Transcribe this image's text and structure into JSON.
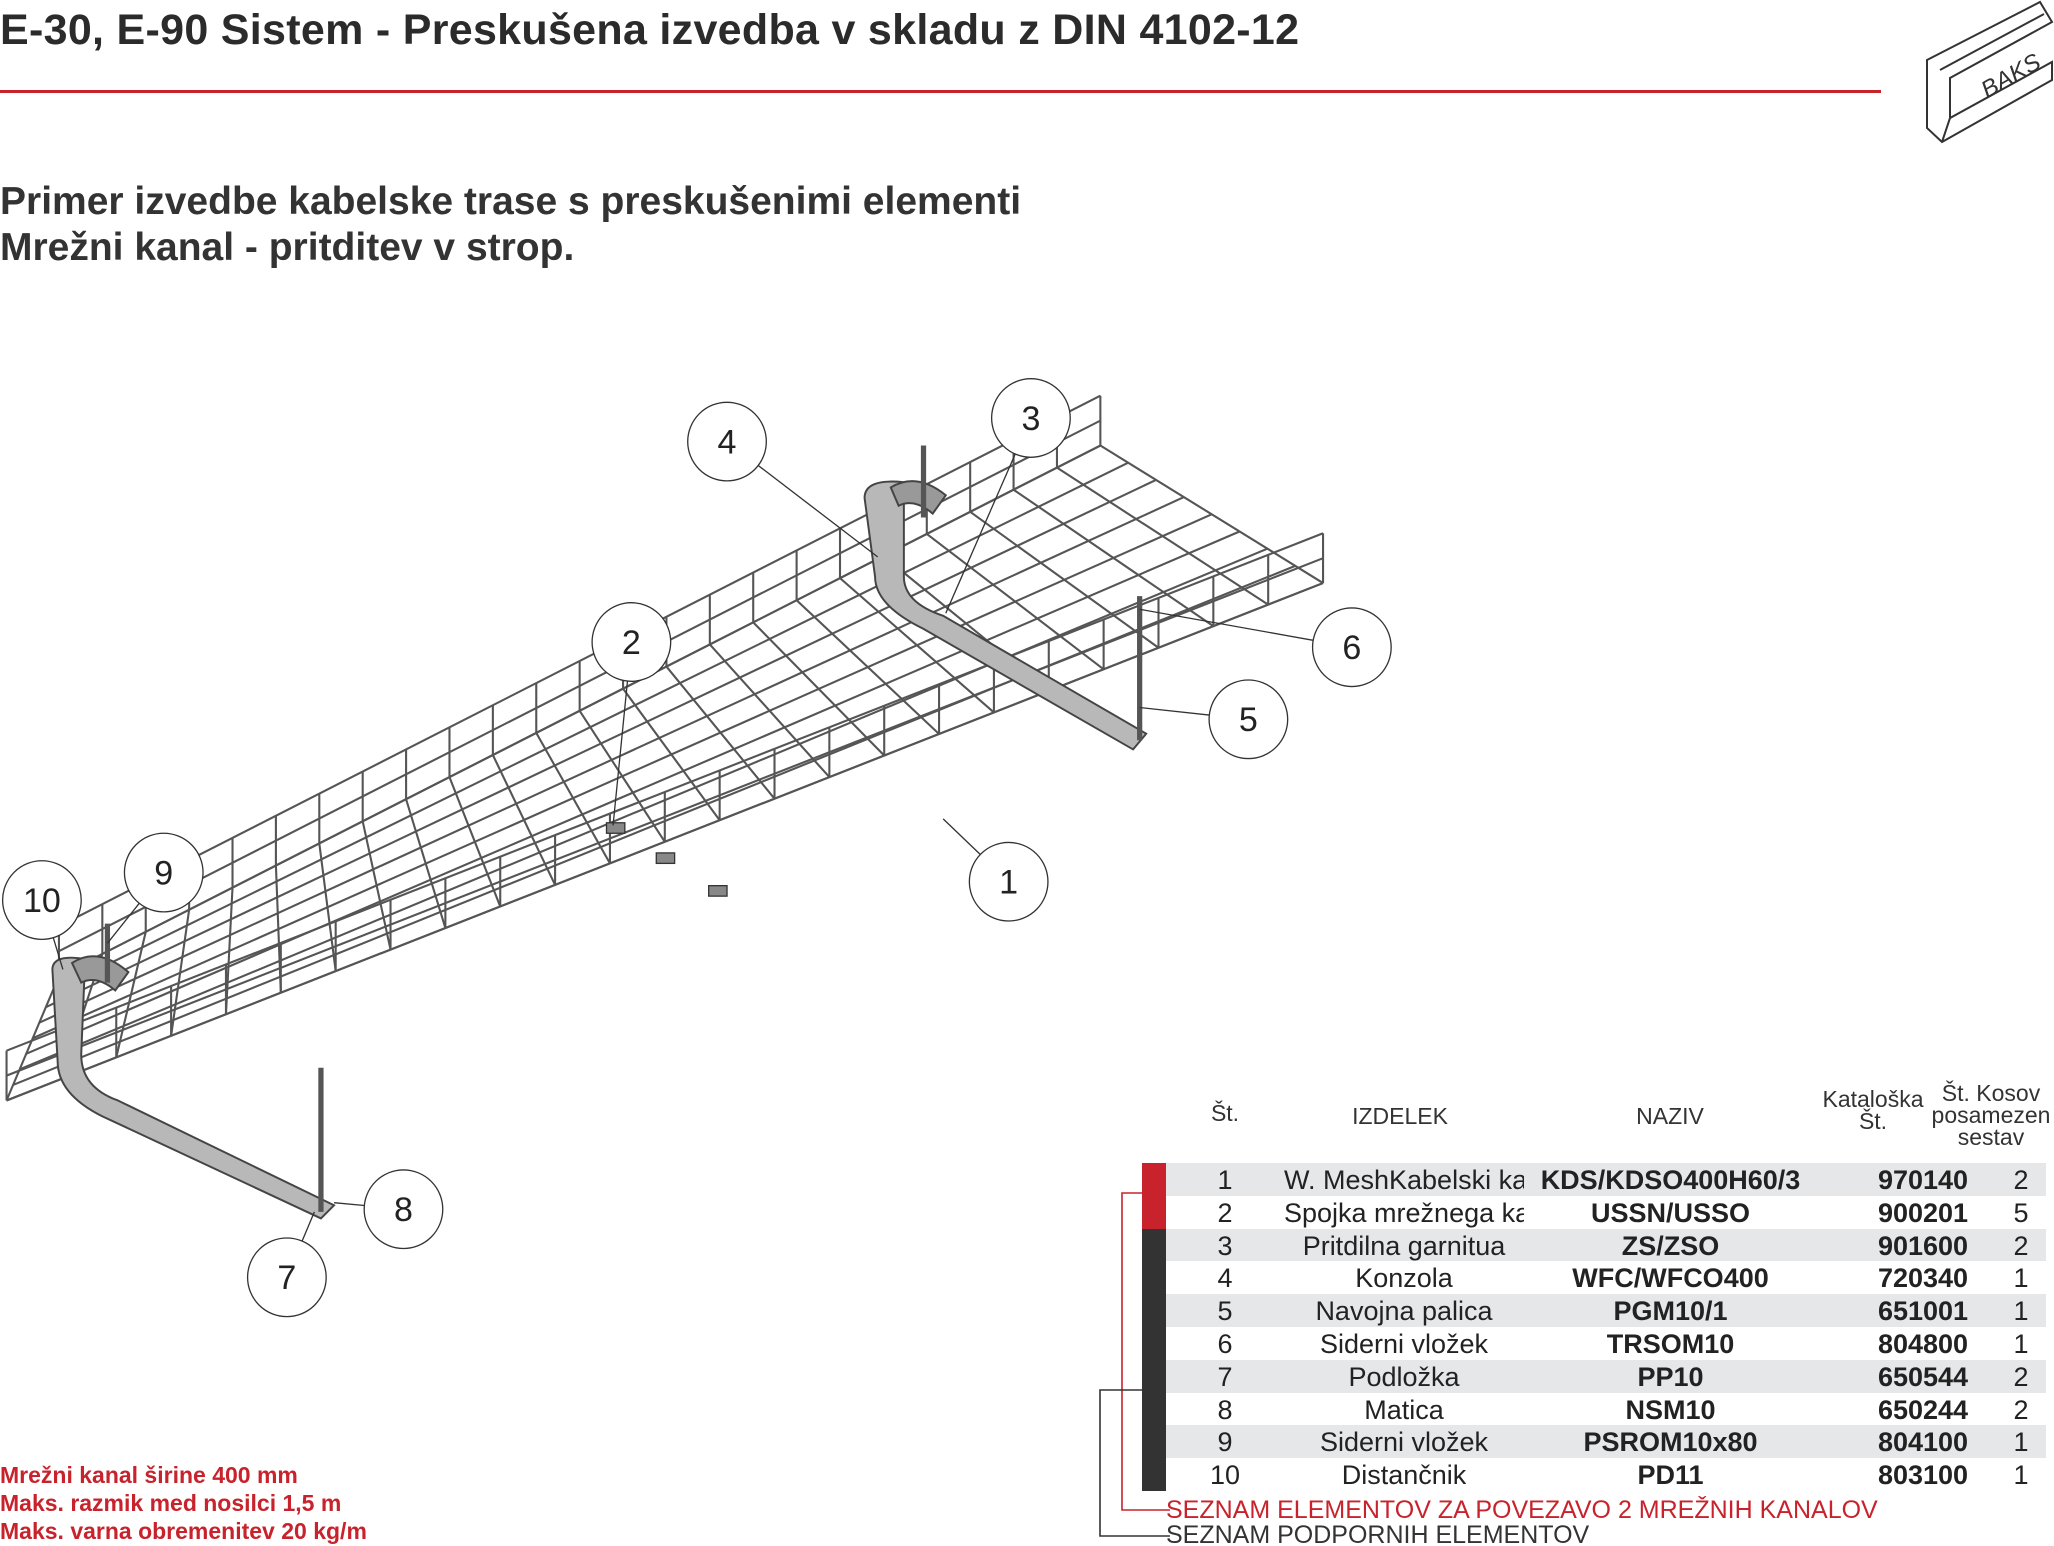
{
  "header": {
    "title": "E-30, E-90 Sistem - Preskušena izvedba v skladu z DIN 4102-12",
    "logo_text": "BAKS"
  },
  "subtitle": {
    "line1": "Primer izvedbe kabelske trase s preskušenimi elementi",
    "line2": "Mrežni kanal - pritditev v strop."
  },
  "callouts": [
    "1",
    "2",
    "3",
    "4",
    "5",
    "6",
    "7",
    "8",
    "9",
    "10"
  ],
  "table": {
    "headers": {
      "no": "Št.",
      "product": "IZDELEK",
      "name": "NAZIV",
      "catalog_line1": "Kataloška",
      "catalog_line2": "Št.",
      "qty_line1": "Št. Kosov",
      "qty_line2": "posamezen",
      "qty_line3": "sestav"
    },
    "rows": [
      {
        "no": "1",
        "product": "W. MeshKabelski kanal",
        "name": "KDS/KDSO400H60/3",
        "catalog": "970140",
        "qty": "2"
      },
      {
        "no": "2",
        "product": "Spojka mrežnega kan.",
        "name": "USSN/USSO",
        "catalog": "900201",
        "qty": "5"
      },
      {
        "no": "3",
        "product": "Pritdilna garnitua",
        "name": "ZS/ZSO",
        "catalog": "901600",
        "qty": "2"
      },
      {
        "no": "4",
        "product": "Konzola",
        "name": "WFC/WFCO400",
        "catalog": "720340",
        "qty": "1"
      },
      {
        "no": "5",
        "product": "Navojna palica",
        "name": "PGM10/1",
        "catalog": "651001",
        "qty": "1"
      },
      {
        "no": "6",
        "product": "Siderni vložek",
        "name": "TRSOM10",
        "catalog": "804800",
        "qty": "1"
      },
      {
        "no": "7",
        "product": "Podložka",
        "name": "PP10",
        "catalog": "650544",
        "qty": "2"
      },
      {
        "no": "8",
        "product": "Matica",
        "name": "NSM10",
        "catalog": "650244",
        "qty": "2"
      },
      {
        "no": "9",
        "product": "Siderni vložek",
        "name": "PSROM10x80",
        "catalog": "804100",
        "qty": "1"
      },
      {
        "no": "10",
        "product": "Distančnik",
        "name": "PD11",
        "catalog": "803100",
        "qty": "1"
      }
    ],
    "legend_connection": "SEZNAM ELEMENTOV ZA POVEZAVO 2 MREŽNIH KANALOV",
    "legend_support": "SEZNAM PODPORNIH ELEMENTOV"
  },
  "notes": [
    "Mrežni kanal širine 400 mm",
    "Maks. razmik med nosilci 1,5 m",
    "Maks. varna obremenitev 20 kg/m"
  ],
  "colors": {
    "accent": "#c8232c",
    "dark": "#333333",
    "row_alt": "#e6e7e8"
  }
}
